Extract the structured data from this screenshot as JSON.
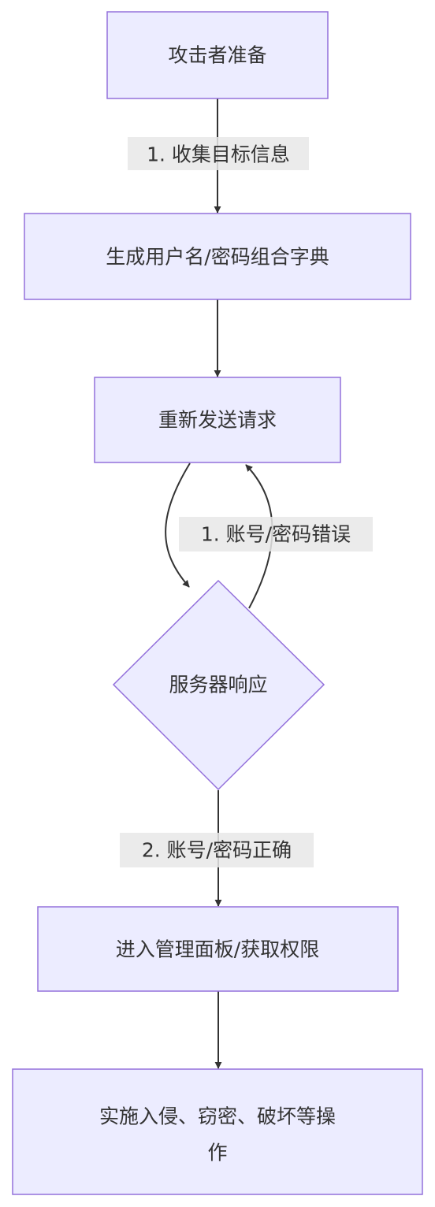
{
  "nodes": {
    "attacker_prep": "攻击者准备",
    "generate_dictionary": "生成用户名/密码组合字典",
    "resend_request": "重新发送请求",
    "server_response": "服务器响应",
    "enter_admin": "进入管理面板/获取权限",
    "perform_attack_line1": "实施入侵、窃密、破坏等操",
    "perform_attack_line2": "作"
  },
  "edges": {
    "collect_info": "1. 收集目标信息",
    "wrong_credentials": "1. 账号/密码错误",
    "correct_credentials": "2. 账号/密码正确"
  },
  "colors": {
    "node_fill": "#ececff",
    "node_stroke": "#9370db",
    "edge": "#333333",
    "label_bg": "#e8e8e8"
  }
}
